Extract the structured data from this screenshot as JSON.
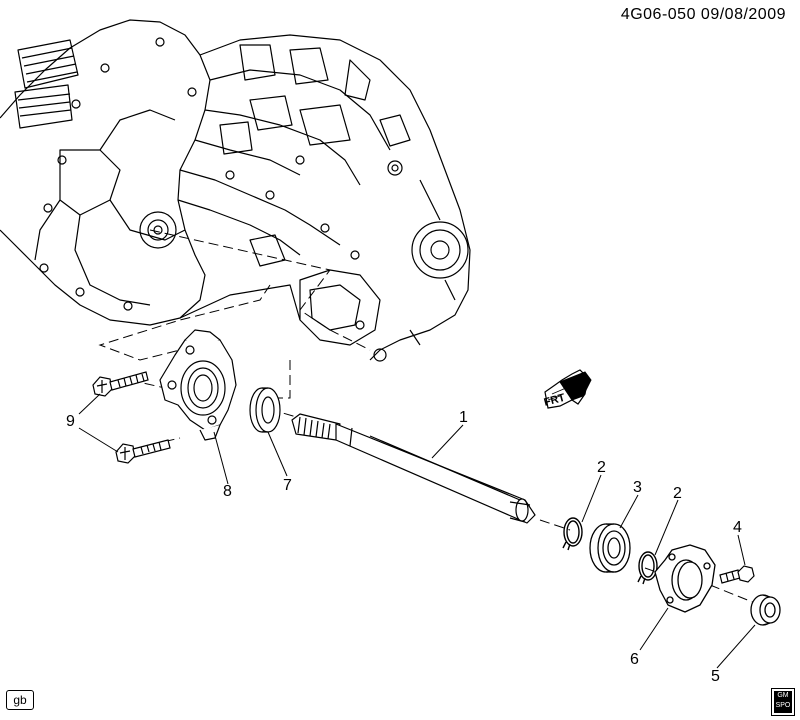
{
  "diagram": {
    "id_date": "4G06-050  09/08/2009",
    "frt_label": "FRT",
    "badge_left": "gb",
    "badge_right_line1": "GM",
    "badge_right_line2": "SPO",
    "callouts": {
      "c1": "1",
      "c2a": "2",
      "c2b": "2",
      "c3": "3",
      "c4": "4",
      "c5": "5",
      "c6": "6",
      "c7": "7",
      "c8": "8",
      "c9": "9"
    }
  }
}
